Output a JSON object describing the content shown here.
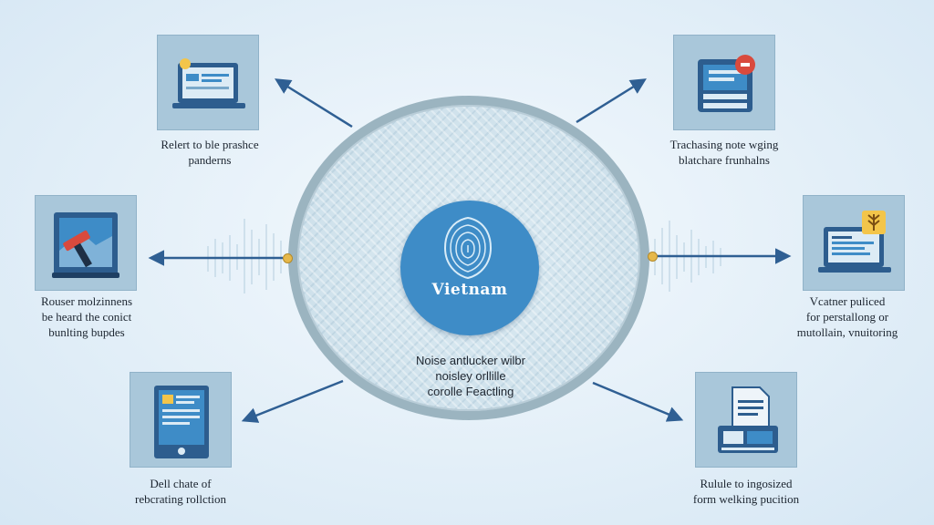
{
  "center": {
    "label": "Vietnam",
    "icon": "fingerprint-shield-icon",
    "caption": [
      "Noise antlucker wilbr",
      "noisley orllille",
      "corolle Feactling"
    ]
  },
  "nodes": [
    {
      "id": "top-left",
      "icon": "laptop-icon",
      "caption": [
        "Relert to ble prashce",
        "panderns"
      ]
    },
    {
      "id": "mid-left",
      "icon": "hammer-tablet-icon",
      "caption": [
        "Rouser molzinnens",
        "be heard the conict",
        "bunlting bupdes"
      ]
    },
    {
      "id": "bottom-left",
      "icon": "document-tablet-icon",
      "caption": [
        "Dell chate of",
        "rebcrating rollction"
      ]
    },
    {
      "id": "top-right",
      "icon": "printer-alert-icon",
      "caption": [
        "Trachasing note wging",
        "blatchare frunhalns"
      ]
    },
    {
      "id": "mid-right",
      "icon": "laptop-plant-icon",
      "caption": [
        "Vcatner puliced",
        "for perstallong or",
        "mutollain, vnuitoring"
      ]
    },
    {
      "id": "bottom-right",
      "icon": "document-printer-icon",
      "caption": [
        "Rulule to ingosized",
        "form welking pucition"
      ]
    }
  ],
  "colors": {
    "accent": "#3e8cc7",
    "arrow": "#2f5f93",
    "card": "#a9c7da",
    "ring": "#9bb4c0",
    "dot": "#e6b84a"
  }
}
